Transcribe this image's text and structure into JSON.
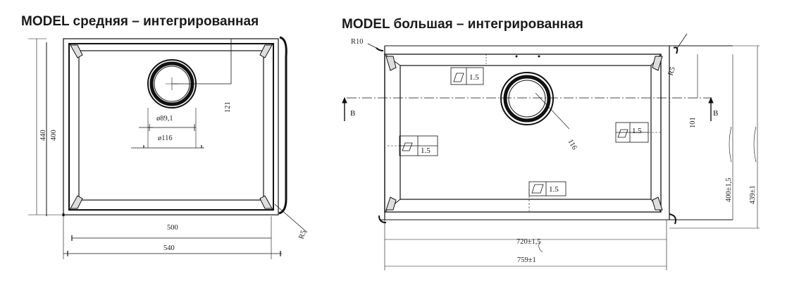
{
  "left_title": "MODEL средняя – интегрированная",
  "right_title": "MODEL большая – интегрированная",
  "left": {
    "dim_outer_width": "540",
    "dim_inner_width": "500",
    "dim_outer_height": "440",
    "dim_inner_height": "400",
    "dim_drain_offset": "121",
    "dim_drain_inner": "ø89,1",
    "dim_drain_outer": "ø116",
    "dim_corner_radius": "R5"
  },
  "right": {
    "dim_outer_width": "759±1",
    "dim_inner_width": "720±1,5",
    "dim_outer_height": "439±1",
    "dim_inner_height": "400±1,5",
    "dim_drain_offset": "101",
    "dim_drain_diameter": "116",
    "dim_corner_top_left": "R10",
    "dim_corner_top_right": "R5",
    "section_left": "B",
    "section_right": "B",
    "flatness_top": "1.5",
    "flatness_left": "1.5",
    "flatness_right": "1.5",
    "flatness_bottom": "1.5"
  }
}
